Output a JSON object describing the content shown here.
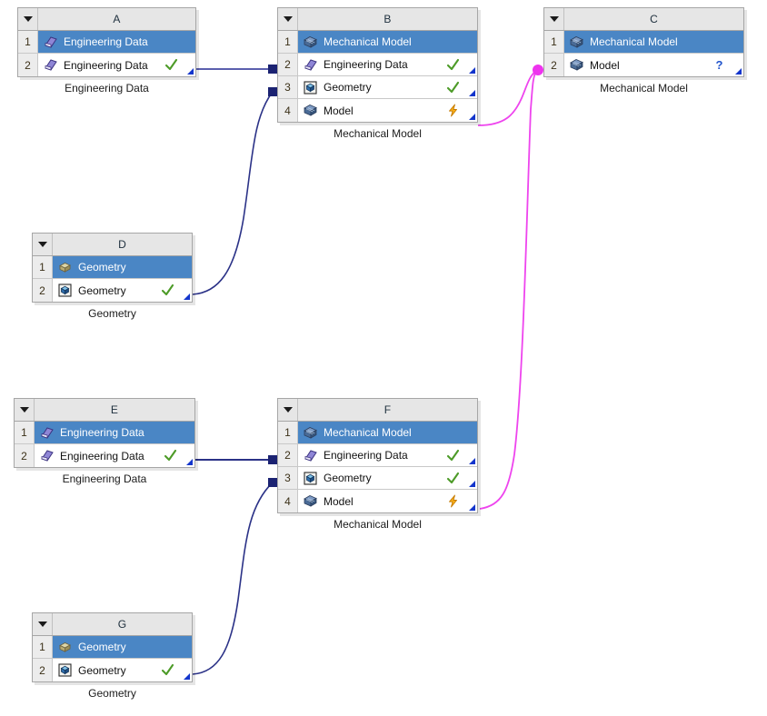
{
  "app": {
    "view": "Project Schematic",
    "accent_selected_row": "#4a86c5",
    "link_color_data": "#3b3f9e",
    "link_color_model": "#e84ce8",
    "status_ok_color": "#4d9b28",
    "status_update_color": "#f0a000",
    "status_unknown_color": "#2255cc"
  },
  "systems": [
    {
      "id": "A",
      "letter": "A",
      "caption": "Engineering Data",
      "rows": [
        {
          "num": "1",
          "label": "Engineering Data",
          "icon": "engineering-data-book-icon",
          "status": "none",
          "selected": true
        },
        {
          "num": "2",
          "label": "Engineering Data",
          "icon": "engineering-data-book-icon",
          "status": "check",
          "selected": false
        }
      ]
    },
    {
      "id": "B",
      "letter": "B",
      "caption": "Mechanical Model",
      "rows": [
        {
          "num": "1",
          "label": "Mechanical Model",
          "icon": "mechanical-model-mesh-icon",
          "status": "none",
          "selected": true
        },
        {
          "num": "2",
          "label": "Engineering Data",
          "icon": "engineering-data-book-icon",
          "status": "check",
          "selected": false
        },
        {
          "num": "3",
          "label": "Geometry",
          "icon": "geometry-designmodeler-icon",
          "status": "check",
          "selected": false
        },
        {
          "num": "4",
          "label": "Model",
          "icon": "mechanical-model-mesh-icon",
          "status": "lightning",
          "selected": false
        }
      ]
    },
    {
      "id": "C",
      "letter": "C",
      "caption": "Mechanical Model",
      "rows": [
        {
          "num": "1",
          "label": "Mechanical Model",
          "icon": "mechanical-model-mesh-icon",
          "status": "none",
          "selected": true
        },
        {
          "num": "2",
          "label": "Model",
          "icon": "mechanical-model-mesh-icon",
          "status": "question",
          "selected": false
        }
      ]
    },
    {
      "id": "D",
      "letter": "D",
      "caption": "Geometry",
      "rows": [
        {
          "num": "1",
          "label": "Geometry",
          "icon": "geometry-solid-icon",
          "status": "none",
          "selected": true
        },
        {
          "num": "2",
          "label": "Geometry",
          "icon": "geometry-designmodeler-icon",
          "status": "check",
          "selected": false
        }
      ]
    },
    {
      "id": "E",
      "letter": "E",
      "caption": "Engineering Data",
      "rows": [
        {
          "num": "1",
          "label": "Engineering Data",
          "icon": "engineering-data-book-icon",
          "status": "none",
          "selected": true
        },
        {
          "num": "2",
          "label": "Engineering Data",
          "icon": "engineering-data-book-icon",
          "status": "check",
          "selected": false
        }
      ]
    },
    {
      "id": "F",
      "letter": "F",
      "caption": "Mechanical Model",
      "rows": [
        {
          "num": "1",
          "label": "Mechanical Model",
          "icon": "mechanical-model-mesh-icon",
          "status": "none",
          "selected": true
        },
        {
          "num": "2",
          "label": "Engineering Data",
          "icon": "engineering-data-book-icon",
          "status": "check",
          "selected": false
        },
        {
          "num": "3",
          "label": "Geometry",
          "icon": "geometry-designmodeler-icon",
          "status": "check",
          "selected": false
        },
        {
          "num": "4",
          "label": "Model",
          "icon": "mechanical-model-mesh-icon",
          "status": "lightning",
          "selected": false
        }
      ]
    },
    {
      "id": "G",
      "letter": "G",
      "caption": "Geometry",
      "rows": [
        {
          "num": "1",
          "label": "Geometry",
          "icon": "geometry-solid-icon",
          "status": "none",
          "selected": true
        },
        {
          "num": "2",
          "label": "Geometry",
          "icon": "geometry-designmodeler-icon",
          "status": "check",
          "selected": false
        }
      ]
    }
  ],
  "links": [
    {
      "from": "A.2",
      "to": "B.2",
      "type": "data",
      "shape": "straight"
    },
    {
      "from": "D.2",
      "to": "B.3",
      "type": "data",
      "shape": "curve"
    },
    {
      "from": "B.4",
      "to": "C.2",
      "type": "model",
      "shape": "curve"
    },
    {
      "from": "E.2",
      "to": "F.2",
      "type": "data",
      "shape": "straight"
    },
    {
      "from": "G.2",
      "to": "F.3",
      "type": "data",
      "shape": "curve"
    },
    {
      "from": "F.4",
      "to": "C.2",
      "type": "model",
      "shape": "curve"
    }
  ]
}
